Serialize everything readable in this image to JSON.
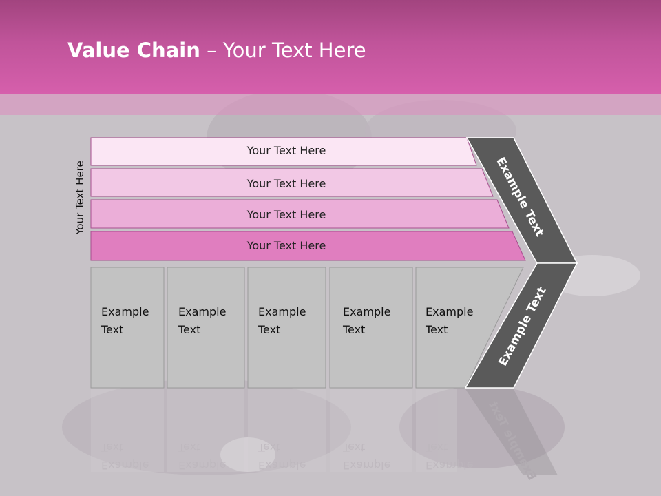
{
  "slide": {
    "title_bold": "Value Chain",
    "title_rest": " – Your Text Here",
    "side_label": "Your Text Here"
  },
  "bars": [
    {
      "label": "Your Text Here",
      "color": "#fbe6f4"
    },
    {
      "label": "Your Text Here",
      "color": "#f2c8e5"
    },
    {
      "label": "Your Text Here",
      "color": "#ebaed8"
    },
    {
      "label": "Your Text Here",
      "color": "#e07ebf"
    }
  ],
  "columns": [
    {
      "line1": "Example",
      "line2": "Text"
    },
    {
      "line1": "Example",
      "line2": "Text"
    },
    {
      "line1": "Example",
      "line2": "Text"
    },
    {
      "line1": "Example",
      "line2": "Text"
    },
    {
      "line1": "Example",
      "line2": "Text"
    }
  ],
  "chevrons": {
    "upper_label": "Example Text",
    "lower_label": "Example Text",
    "color": "#5a5a5a"
  },
  "colors": {
    "header": "#c0549a",
    "column_fill": "#c2c2c2"
  }
}
